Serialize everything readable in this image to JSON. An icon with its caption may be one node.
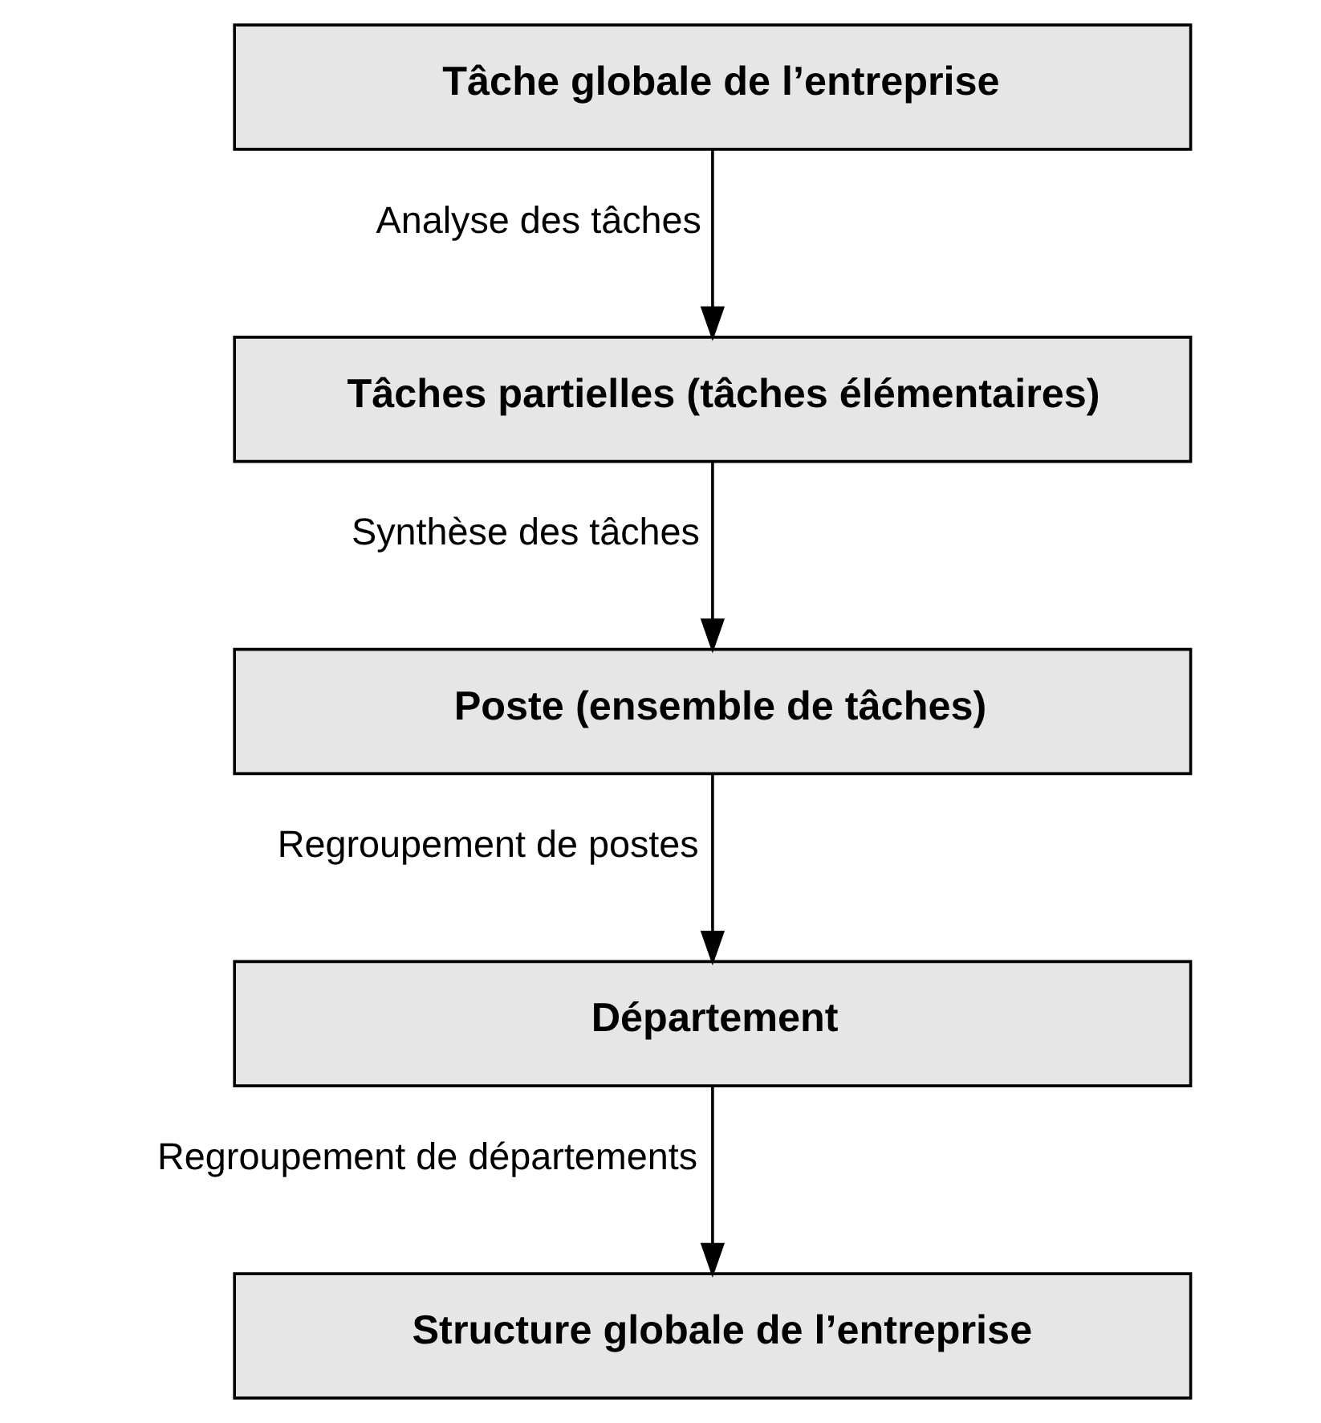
{
  "diagram": {
    "nodes": [
      {
        "text": [
          "Tâche globale de l’entreprise"
        ]
      },
      {
        "text": [
          "Tâches partielles (tâches élémentaires)"
        ]
      },
      {
        "text": [
          "Poste (ensemble de tâches)"
        ]
      },
      {
        "text": [
          "Département"
        ]
      },
      {
        "text": [
          "Structure globale de l’entreprise"
        ]
      }
    ],
    "edges": [
      {
        "from": 0,
        "to": 1,
        "arrow": "to",
        "label": "Analyse des tâches"
      },
      {
        "from": 1,
        "to": 2,
        "arrow": "to",
        "label": "Synthèse des tâches"
      },
      {
        "from": 2,
        "to": 3,
        "arrow": "to",
        "label": "Regroupement de postes"
      },
      {
        "from": 3,
        "to": 4,
        "arrow": "to",
        "label": "Regroupement de départements"
      }
    ]
  }
}
